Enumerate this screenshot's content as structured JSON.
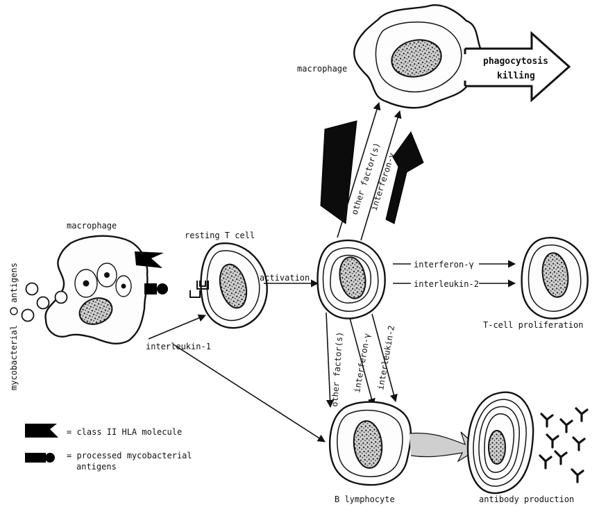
{
  "labels": {
    "macrophage_top": "macrophage",
    "phagocytosis": "phagocytosis",
    "killing": "killing",
    "other_factors_up": "other factor(s)",
    "interferon_up": "interferon-γ",
    "macrophage_left": "macrophage",
    "mycobacterial_antigens_a": "mycobacterial",
    "mycobacterial_antigens_b": "antigens",
    "resting_t_cell": "resting T cell",
    "activation": "activation",
    "interferon_right": "interferon-γ",
    "interleukin2_right": "interleukin-2",
    "t_cell_proliferation": "T-cell proliferation",
    "interleukin1": "interleukin-1",
    "other_factors_down": "other factor(s)",
    "interferon_down": "interferon-γ",
    "interleukin2_down": "interleukin-2",
    "b_lymphocyte": "B lymphocyte",
    "antibody_production": "antibody production"
  },
  "legend": {
    "hla_label": "= class II HLA molecule",
    "antigen_label_1": "= processed mycobacterial",
    "antigen_label_2": "antigens"
  }
}
